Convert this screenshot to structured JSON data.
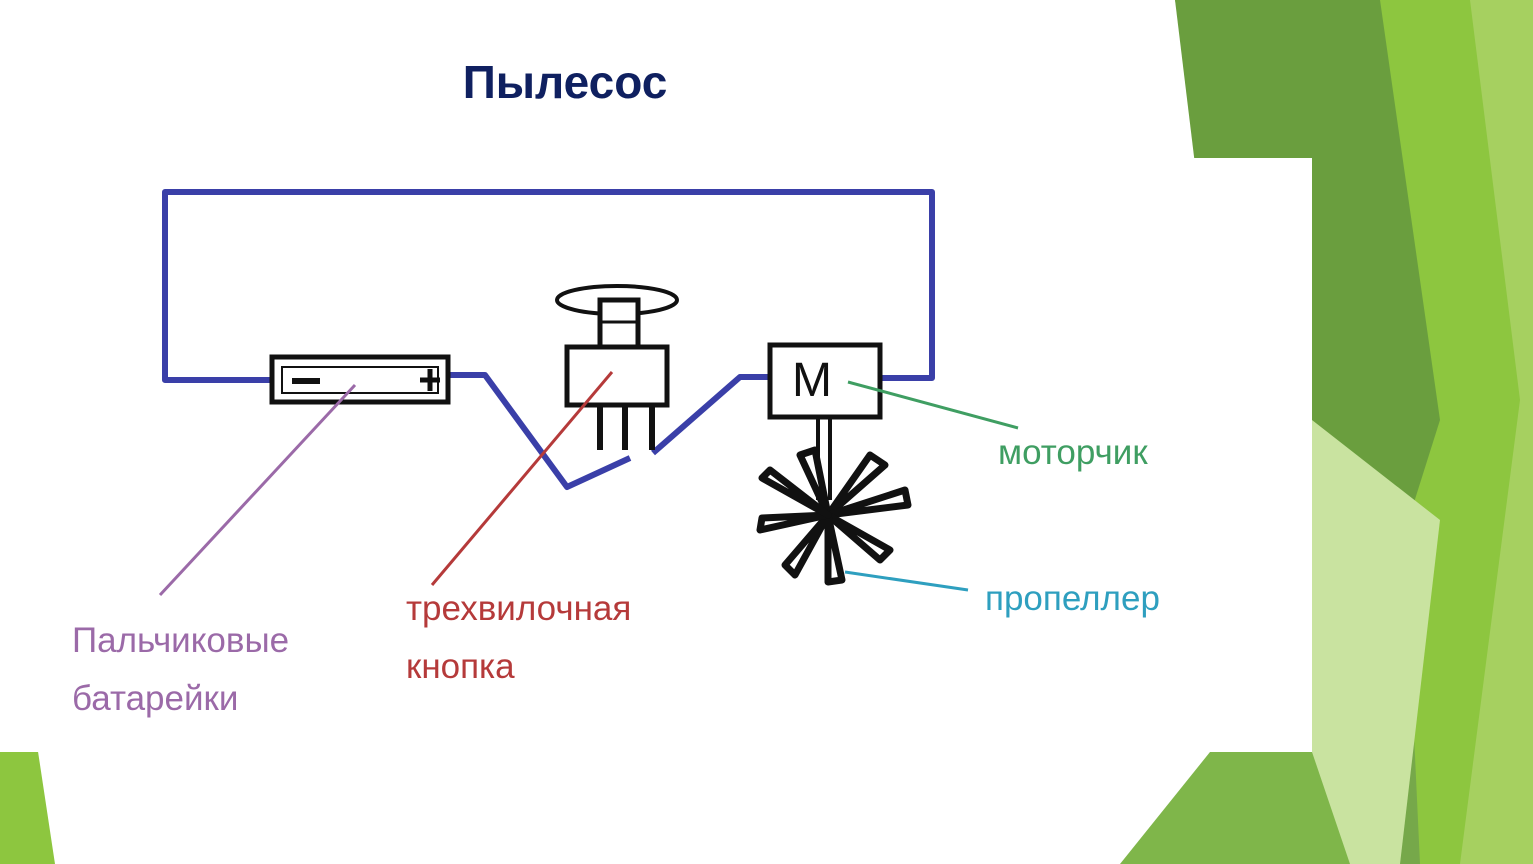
{
  "slide": {
    "title": "Пылесос",
    "colors": {
      "title": "#0f2060",
      "wire": "#3a3fa8",
      "component": "#111111",
      "accent_greens": [
        "#8dc63f",
        "#76a84a",
        "#5e9a2c",
        "#a6d060",
        "#c9e3a0"
      ]
    }
  },
  "diagram": {
    "components": {
      "battery": {
        "negative_symbol": "−",
        "positive_symbol": "+"
      },
      "motor": {
        "symbol": "M"
      }
    },
    "labels": {
      "batteries": {
        "line1": "Пальчиковые",
        "line2": "батарейки",
        "color": "#9b6aa8"
      },
      "button": {
        "line1": "трехвилочная",
        "line2": "кнопка",
        "color": "#b53a3a"
      },
      "motor": {
        "line1": "моторчик",
        "color": "#3f9e62"
      },
      "propeller": {
        "line1": "пропеллер",
        "color": "#2e9fbf"
      }
    }
  }
}
